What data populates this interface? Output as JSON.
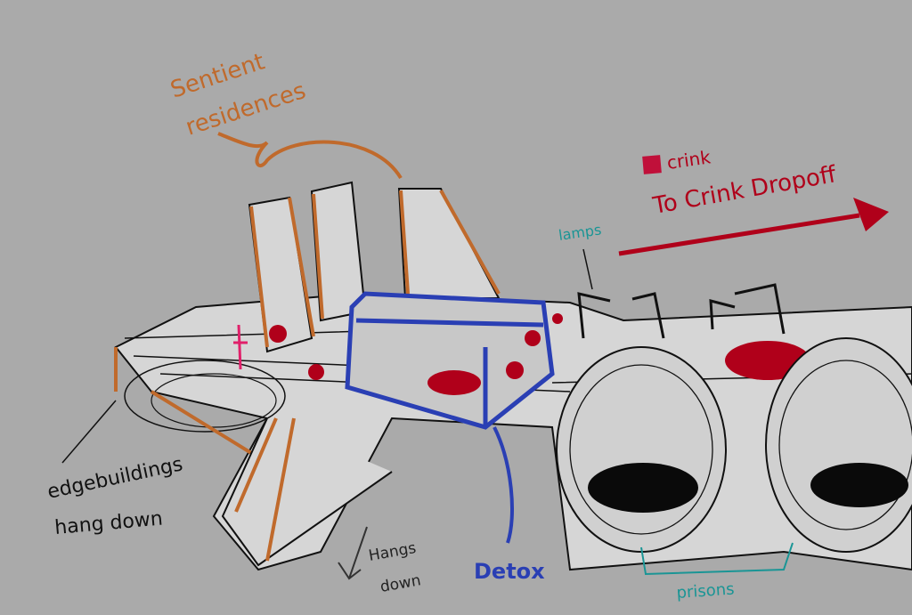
{
  "colors": {
    "background": "#aaaaaa",
    "structure_fill": "#d6d6d6",
    "residences": "#c06a2c",
    "detox": "#2a3fb4",
    "crink": "#b0001a",
    "prisons": "#1a9595",
    "ink": "#111111"
  },
  "labels": {
    "residences_line1": "Sentient",
    "residences_line2": "residences",
    "legend_crink": "crink",
    "dropoff": "To Crink Dropoff",
    "lamps": "lamps",
    "edge_line1": "edgebuildings",
    "edge_line2": "hang down",
    "hangs_line1": "Hangs",
    "hangs_line2": "down",
    "detox": "Detox",
    "prisons": "prisons"
  }
}
